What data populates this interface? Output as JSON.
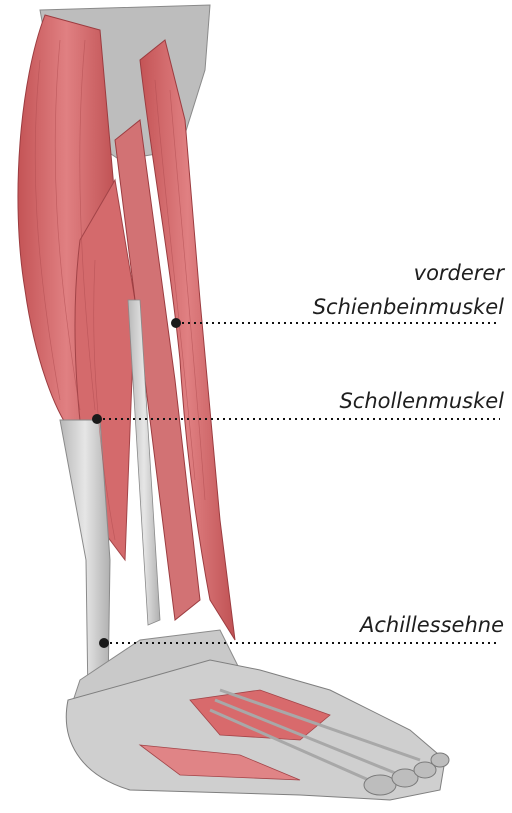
{
  "labels": {
    "tibialis_line1": "vorderer",
    "tibialis_line2": "Schienbeinmuskel",
    "soleus": "Schollenmuskel",
    "achilles": "Achillessehne"
  },
  "colors": {
    "muscle": "#d8686a",
    "muscle_dark": "#b84a4e",
    "tendon": "#c9c9c9",
    "bone": "#9a9a9a",
    "leader": "#111111"
  }
}
